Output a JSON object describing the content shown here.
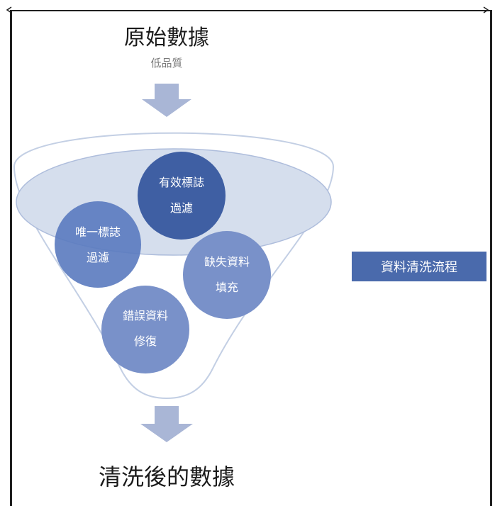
{
  "title": "原始數據",
  "subtitle": "低品質",
  "bottom_title": "清洗後的數據",
  "side_label": "資料清洗流程",
  "steps": [
    {
      "line1": "有效標誌",
      "line2": "過濾"
    },
    {
      "line1": "唯一標誌",
      "line2": "過濾"
    },
    {
      "line1": "缺失資料",
      "line2": "填充"
    },
    {
      "line1": "錯誤資料",
      "line2": "修復"
    }
  ],
  "colors": {
    "arrow": "#a9b6d6",
    "funnel_fill": "#d5deed",
    "funnel_stroke": "#b9c7e0",
    "circle_dark": "#3f5fa3",
    "circle_mid": "#5a7abf",
    "circle_light": "#7991c9",
    "side_label_bg": "#4a6aac"
  }
}
